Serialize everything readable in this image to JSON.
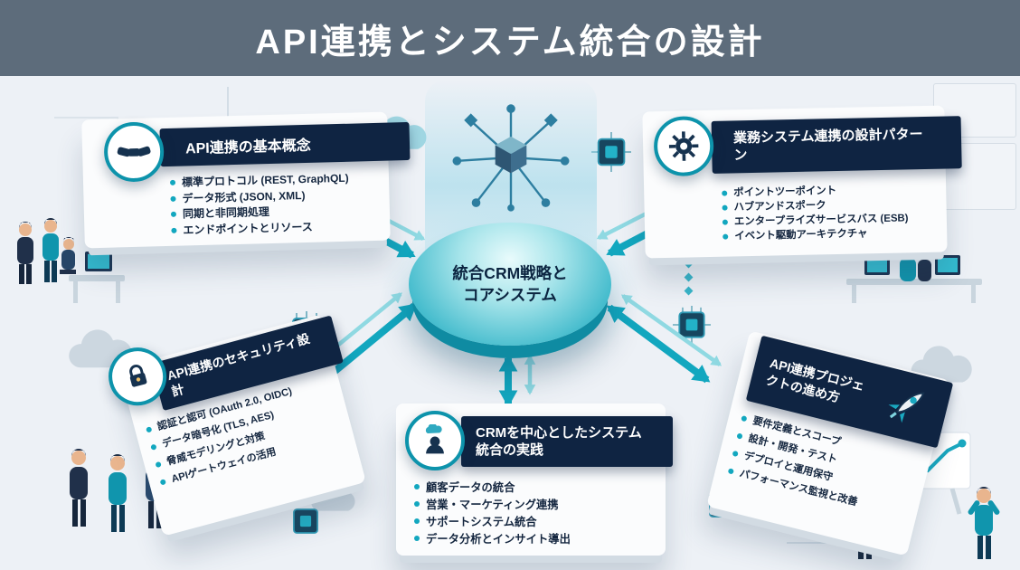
{
  "header": {
    "title": "API連携とシステム統合の設計"
  },
  "hub": {
    "line1": "統合CRM戦略と",
    "line2": "コアシステム"
  },
  "panels": {
    "basics": {
      "title": "API連携の基本概念",
      "items": [
        "標準プロトコル (REST, GraphQL)",
        "データ形式 (JSON, XML)",
        "同期と非同期処理",
        "エンドポイントとリソース"
      ]
    },
    "patterns": {
      "title": "業務システム連携の設計パターン",
      "items": [
        "ポイントツーポイント",
        "ハブアンドスポーク",
        "エンタープライズサービスバス (ESB)",
        "イベント駆動アーキテクチャ"
      ]
    },
    "security": {
      "title": "API連携のセキュリティ設計",
      "items": [
        "認証と認可 (OAuth 2.0, OIDC)",
        "データ暗号化 (TLS, AES)",
        "脅威モデリングと対策",
        "APIゲートウェイの活用"
      ]
    },
    "crm": {
      "title": "CRMを中心としたシステム統合の実践",
      "items": [
        "顧客データの統合",
        "営業・マーケティング連携",
        "サポートシステム統合",
        "データ分析とインサイト導出"
      ]
    },
    "project": {
      "title": "API連携プロジェクトの進め方",
      "items": [
        "要件定義とスコープ",
        "設計・開発・テスト",
        "デプロイと運用保守",
        "パフォーマンス監視と改善"
      ]
    }
  },
  "colors": {
    "header_bg": "#5d6c7b",
    "background": "#edf1f6",
    "panel_header_bg": "#0f2442",
    "accent_teal": "#12a7bf",
    "hub_side": "#0f8ba2",
    "text_navy": "#14263f"
  }
}
